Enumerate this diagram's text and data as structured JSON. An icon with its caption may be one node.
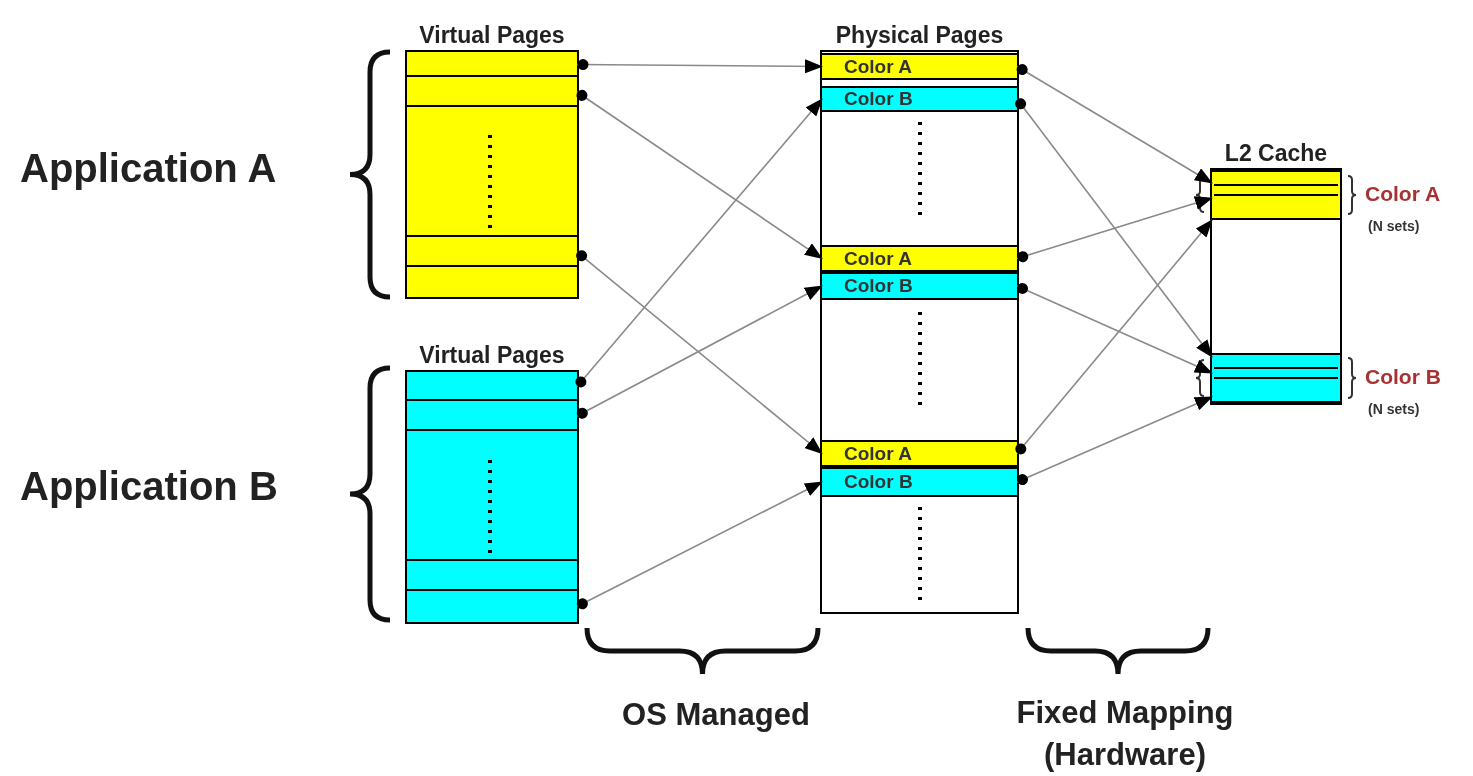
{
  "diagram": {
    "nodes": [
      {
        "text": [
          "Virtual Pages"
        ]
      },
      {
        "text": [],
        "shape": "box",
        "in": 0
      },
      {
        "text": [],
        "shape": "box",
        "in": 0
      },
      {
        "text": [],
        "shape": "box",
        "in": 0
      },
      {
        "text": [],
        "shape": "box",
        "in": 0
      },
      {
        "text": [],
        "shape": "box",
        "in": 0
      },
      {
        "text": [
          "Virtual Pages"
        ]
      },
      {
        "text": [],
        "shape": "box",
        "in": 6
      },
      {
        "text": [],
        "shape": "box",
        "in": 6
      },
      {
        "text": [],
        "shape": "box",
        "in": 6
      },
      {
        "text": [],
        "shape": "box",
        "in": 6
      },
      {
        "text": [],
        "shape": "box",
        "in": 6
      },
      {
        "text": [
          "Physical Pages"
        ]
      },
      {
        "text": [
          "Color A"
        ],
        "in": 12
      },
      {
        "text": [
          "Color B"
        ],
        "in": 12
      },
      {
        "text": [
          "Color A"
        ],
        "in": 12
      },
      {
        "text": [
          "Color B"
        ],
        "in": 12
      },
      {
        "text": [
          "Color A"
        ],
        "in": 12
      },
      {
        "text": [
          "Color B"
        ],
        "in": 12
      },
      {
        "text": [
          "L2 Cache"
        ]
      },
      {
        "text": [],
        "shape": "box",
        "in": 19,
        "beside": [
          "Color A",
          "(N sets)"
        ]
      },
      {
        "text": [],
        "shape": "box",
        "in": 19,
        "beside": [
          "Color B",
          "(N sets)"
        ]
      }
    ],
    "edges": [
      {
        "from": 1,
        "to": 13,
        "arrow": "to"
      },
      {
        "from": 2,
        "to": 15,
        "arrow": "to"
      },
      {
        "from": 4,
        "to": 17,
        "arrow": "to"
      },
      {
        "from": 7,
        "to": 14,
        "arrow": "to"
      },
      {
        "from": 8,
        "to": 16,
        "arrow": "to"
      },
      {
        "from": 11,
        "to": 18,
        "arrow": "to"
      },
      {
        "from": 13,
        "to": 20,
        "arrow": "to"
      },
      {
        "from": 14,
        "to": 21,
        "arrow": "to"
      },
      {
        "from": 15,
        "to": 20,
        "arrow": "to"
      },
      {
        "from": 16,
        "to": 21,
        "arrow": "to"
      },
      {
        "from": 17,
        "to": 20,
        "arrow": "to"
      },
      {
        "from": 18,
        "to": 21,
        "arrow": "to"
      }
    ],
    "labels": [
      "Application A",
      "Application B",
      "OS Managed",
      "Fixed Mapping (Hardware)"
    ]
  }
}
